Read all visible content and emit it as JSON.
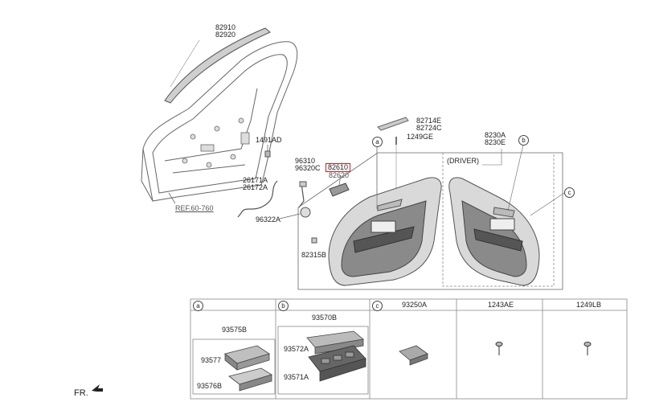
{
  "parts": {
    "p82910": "82910",
    "p82920": "82920",
    "p1491AD": "1491AD",
    "p96310": "96310",
    "p96320C": "96320C",
    "p82610": "82610",
    "p82620": "82620",
    "p26171A": "26171A",
    "p26172A": "26172A",
    "p96322A": "96322A",
    "p82315B": "82315B",
    "p82714E": "82714E",
    "p82724C": "82724C",
    "p1249GE": "1249GE",
    "p8230A": "8230A",
    "p8230E": "8230E",
    "ref": "REF.60-760",
    "driver": "(DRIVER)"
  },
  "callouts": {
    "a": "a",
    "b": "b",
    "c": "c"
  },
  "table": {
    "cells": [
      {
        "letter": "a",
        "header": "",
        "sub_title": "93575B",
        "parts": [
          "93577",
          "93576B"
        ]
      },
      {
        "letter": "b",
        "header": "",
        "sub_title": "93570B",
        "parts": [
          "93572A",
          "93571A"
        ]
      },
      {
        "letter": "c",
        "header": "93250A"
      },
      {
        "letter": "",
        "header": "1243AE"
      },
      {
        "letter": "",
        "header": "1249LB"
      }
    ]
  },
  "fr": "FR.",
  "colors": {
    "highlight": "#d21c1c",
    "line": "#444444"
  }
}
